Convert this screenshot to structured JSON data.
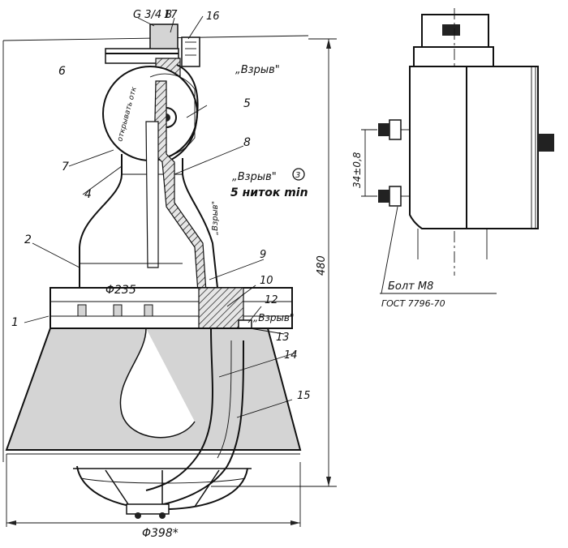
{
  "drawing": {
    "labels": {
      "thread": "G 3/4 B",
      "p1": "1",
      "p2": "2",
      "p4": "4",
      "p5": "5",
      "p6": "6",
      "p7": "7",
      "p8": "8",
      "p9": "9",
      "p10": "10",
      "p12": "12",
      "p13": "13",
      "p14": "14",
      "p15": "15",
      "p16": "16",
      "p17": "17"
    },
    "texts": {
      "vzryv_top": "„Взрыв\"",
      "vzryv_mid": "„Взрыв\"",
      "vzryv_right": "„Взрыв\"",
      "vzryv_vertical": "„Взрыв\"",
      "otkryvat": "открывать отк",
      "threads": "5 ниток min",
      "circled": "3"
    },
    "dimensions": {
      "d235": "Φ235",
      "d398": "Φ398*",
      "h480": "480",
      "side34": "34±0,8"
    },
    "side_view": {
      "bolt": "Болт М8",
      "standard": "ГОСТ 7796-70"
    }
  }
}
